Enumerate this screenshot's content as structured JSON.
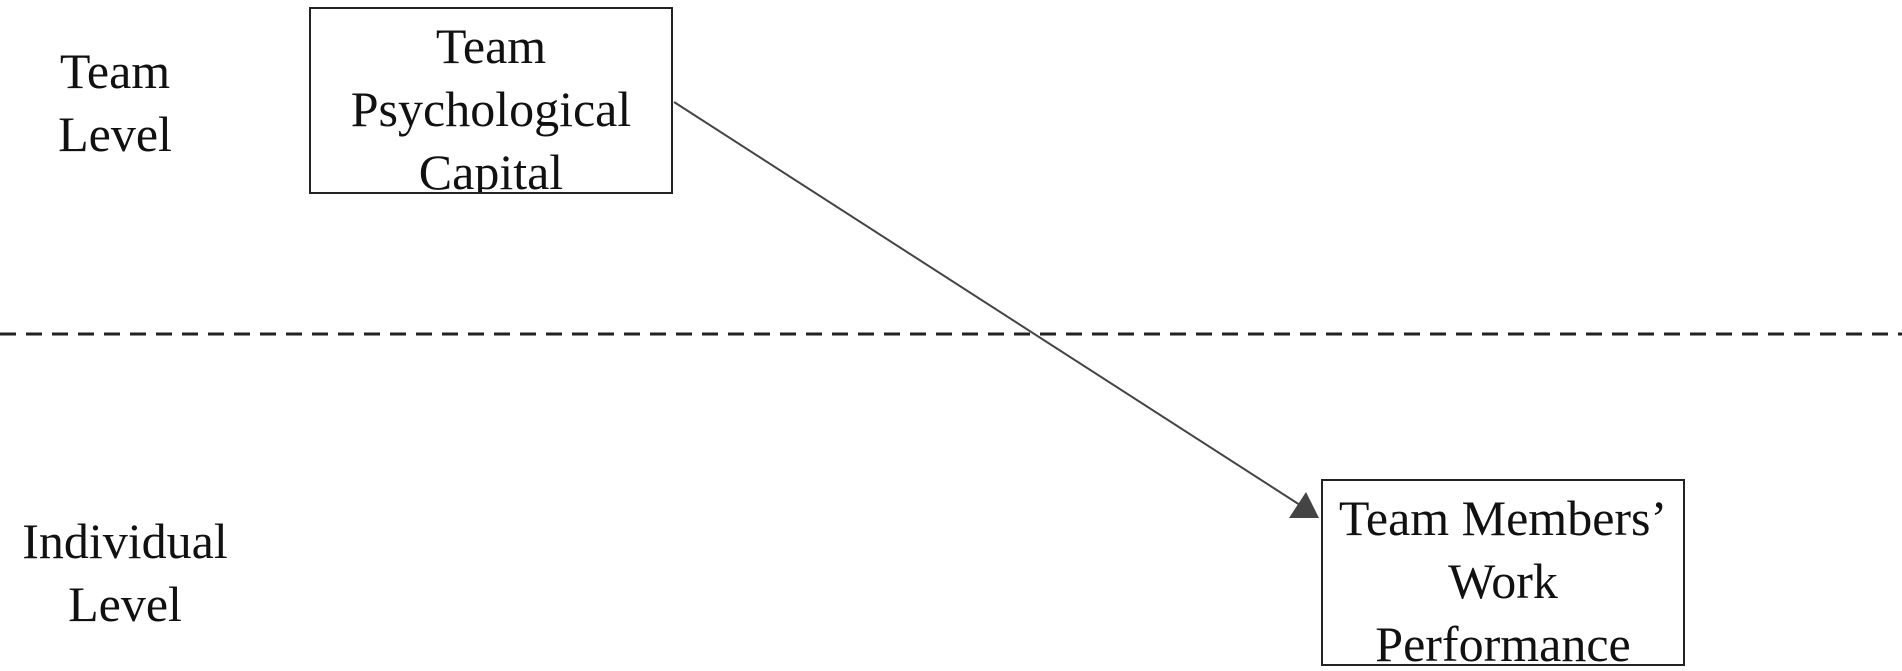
{
  "levels": {
    "team": [
      "Team",
      "Level"
    ],
    "individual": [
      "Individual",
      "Level"
    ]
  },
  "nodes": {
    "team_psychological_capital": [
      "Team",
      "Psychological",
      "Capital"
    ],
    "team_members_work_performance": [
      "Team Members’",
      "Work",
      "Performance"
    ]
  },
  "edges": [
    {
      "from": "team_psychological_capital",
      "to": "team_members_work_performance",
      "style": "solid-arrow"
    }
  ],
  "divider": {
    "style": "dashed"
  },
  "colors": {
    "line": "#444444",
    "text": "#111111",
    "background": "#ffffff"
  }
}
